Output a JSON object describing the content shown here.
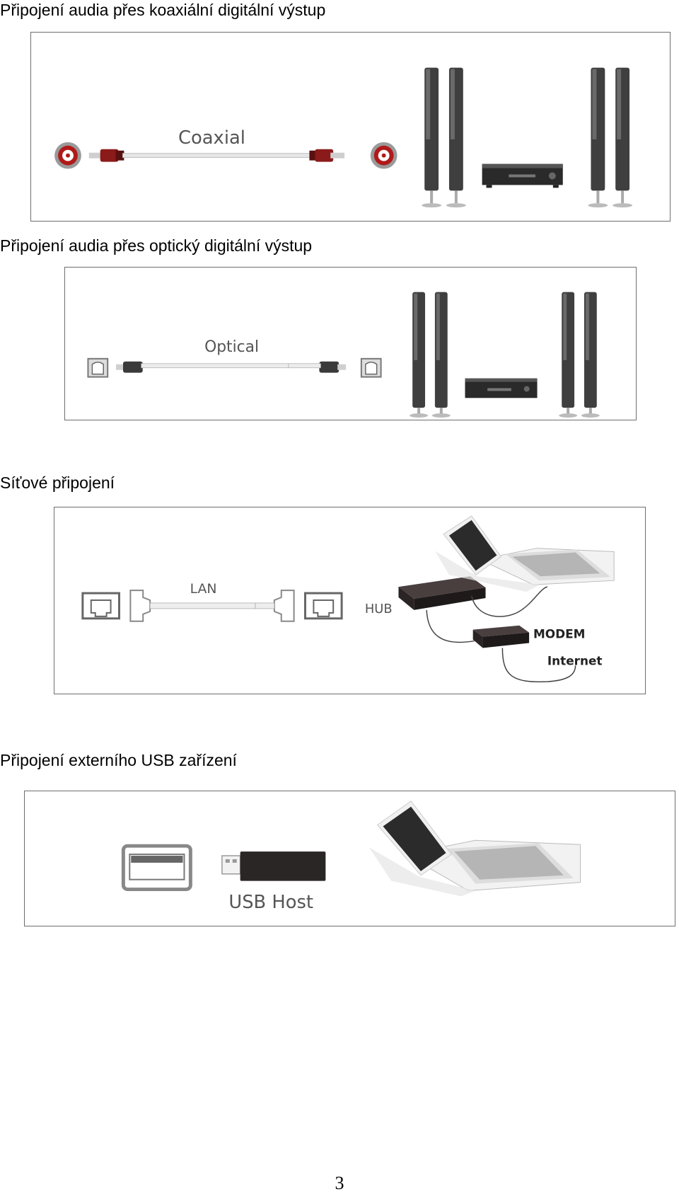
{
  "sections": {
    "coaxial": {
      "heading": "Připojení audia přes koaxiální digitální výstup",
      "cable_label": "Coaxial"
    },
    "optical": {
      "heading": "Připojení audia přes optický digitální výstup",
      "cable_label": "Optical"
    },
    "network": {
      "heading": "Síťové připojení",
      "cable_label": "LAN",
      "hub_label": "HUB",
      "modem_label": "MODEM",
      "internet_label": "Internet"
    },
    "usb": {
      "heading": "Připojení externího USB zařízení",
      "device_label": "USB Host"
    }
  },
  "page_number": "3",
  "colors": {
    "frame": "#6e6e6e",
    "speaker": "#3a3a3a",
    "coax_plug": "#8b1a1a",
    "device_dark": "#2b2626"
  }
}
